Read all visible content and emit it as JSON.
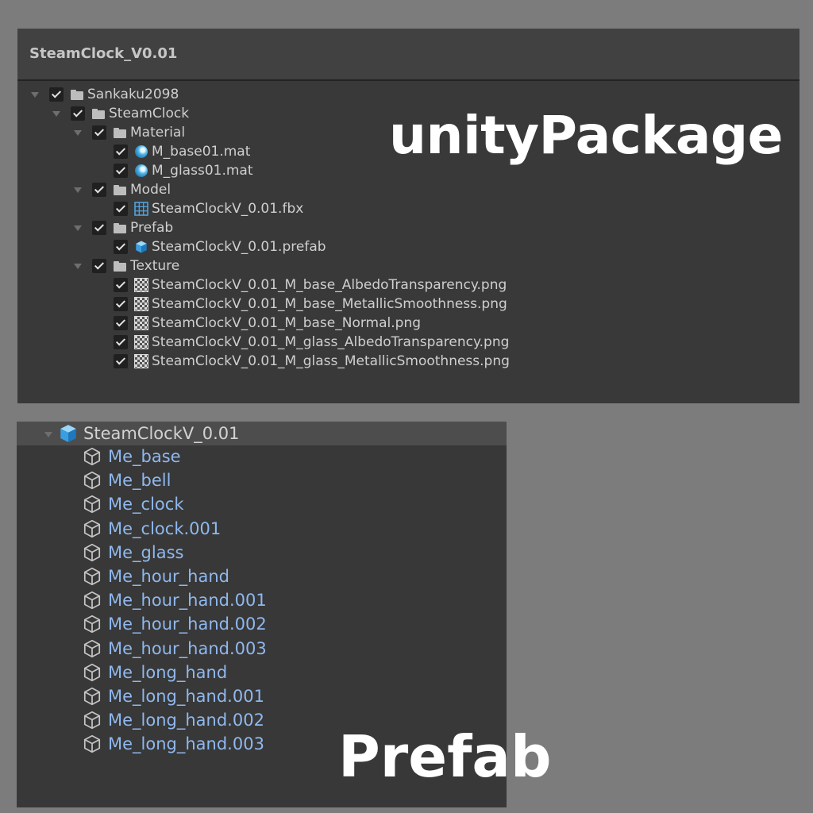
{
  "package": {
    "title": "SteamClock_V0.01",
    "watermark": "unityPackage",
    "items": [
      {
        "label": "Sankaku2098",
        "depth": 0,
        "icon": "folder-icon",
        "arrow": true
      },
      {
        "label": "SteamClock",
        "depth": 1,
        "icon": "folder-icon",
        "arrow": true
      },
      {
        "label": "Material",
        "depth": 2,
        "icon": "folder-icon",
        "arrow": true
      },
      {
        "label": "M_base01.mat",
        "depth": 3,
        "icon": "material-sphere-icon",
        "arrow": false
      },
      {
        "label": "M_glass01.mat",
        "depth": 3,
        "icon": "material-sphere-icon",
        "arrow": false
      },
      {
        "label": "Model",
        "depth": 2,
        "icon": "folder-icon",
        "arrow": true
      },
      {
        "label": "SteamClockV_0.01.fbx",
        "depth": 3,
        "icon": "mesh-grid-icon",
        "arrow": false
      },
      {
        "label": "Prefab",
        "depth": 2,
        "icon": "folder-icon",
        "arrow": true
      },
      {
        "label": "SteamClockV_0.01.prefab",
        "depth": 3,
        "icon": "prefab-cube-icon",
        "arrow": false
      },
      {
        "label": "Texture",
        "depth": 2,
        "icon": "folder-icon",
        "arrow": true
      },
      {
        "label": "SteamClockV_0.01_M_base_AlbedoTransparency.png",
        "depth": 3,
        "icon": "texture-icon",
        "arrow": false
      },
      {
        "label": "SteamClockV_0.01_M_base_MetallicSmoothness.png",
        "depth": 3,
        "icon": "texture-icon",
        "arrow": false
      },
      {
        "label": "SteamClockV_0.01_M_base_Normal.png",
        "depth": 3,
        "icon": "texture-icon",
        "arrow": false
      },
      {
        "label": "SteamClockV_0.01_M_glass_AlbedoTransparency.png",
        "depth": 3,
        "icon": "texture-icon",
        "arrow": false
      },
      {
        "label": "SteamClockV_0.01_M_glass_MetallicSmoothness.png",
        "depth": 3,
        "icon": "texture-icon",
        "arrow": false
      }
    ]
  },
  "prefab": {
    "root_label": "SteamClockV_0.01",
    "root_icon": "prefab-cube-icon",
    "watermark": "Prefab",
    "children": [
      "Me_base",
      "Me_bell",
      "Me_clock",
      "Me_clock.001",
      "Me_glass",
      "Me_hour_hand",
      "Me_hour_hand.001",
      "Me_hour_hand.002",
      "Me_hour_hand.003",
      "Me_long_hand",
      "Me_long_hand.001",
      "Me_long_hand.002",
      "Me_long_hand.003"
    ],
    "child_icon": "gameobject-cube-icon"
  },
  "colors": {
    "background": "#7c7c7c",
    "panel": "#393939",
    "text": "#cfcfcf",
    "child_text": "#8fb8ee",
    "prefab_blue": "#4fb3f2"
  }
}
